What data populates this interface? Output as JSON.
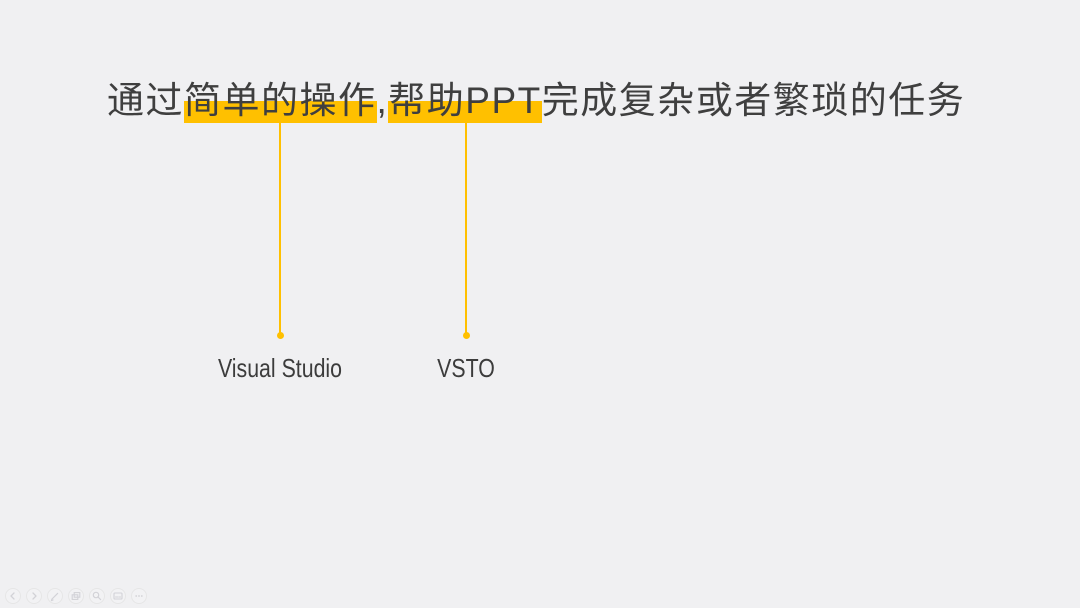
{
  "slide": {
    "title": {
      "full_text": "通过简单的操作,帮助PPT完成复杂或者繁琐的任务",
      "segments": [
        {
          "text": "通过",
          "highlighted": false
        },
        {
          "text": "简单的操作",
          "highlighted": true
        },
        {
          "text": ",",
          "highlighted": false
        },
        {
          "text": "帮助PPT",
          "highlighted": true
        },
        {
          "text": "完成复杂或者繁琐的任务",
          "highlighted": false
        }
      ]
    },
    "callouts": [
      {
        "label": "Visual Studio",
        "anchor_text": "简单的操作"
      },
      {
        "label": "VSTO",
        "anchor_text": "帮助PPT"
      }
    ],
    "colors": {
      "background": "#F0F0F2",
      "highlight": "#FFC000",
      "title_text": "#3F3F3F",
      "label_text": "#3C3C3C"
    }
  },
  "presenter_toolbar": {
    "icons": [
      "previous-slide",
      "next-slide",
      "pen",
      "all-slides",
      "zoom",
      "subtitles",
      "more-options"
    ]
  }
}
